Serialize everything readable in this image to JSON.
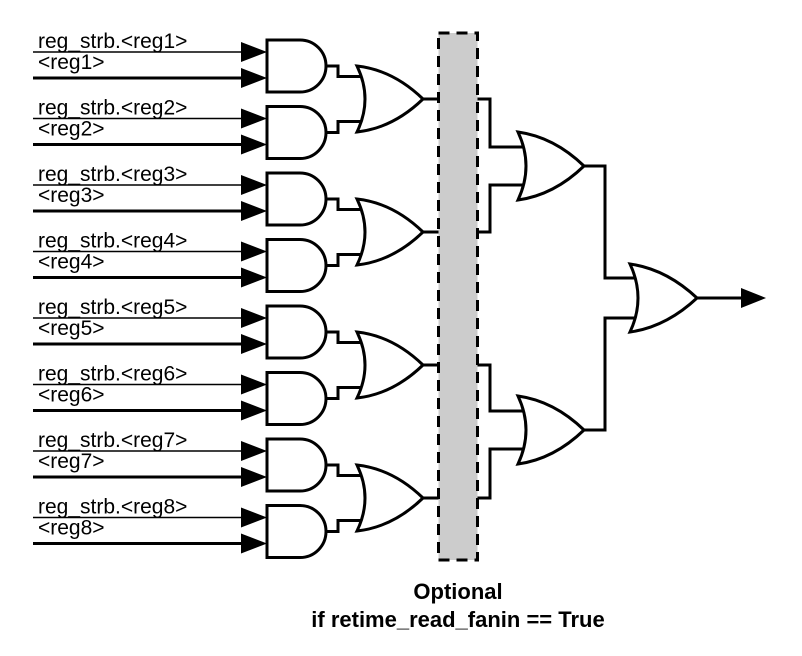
{
  "diagram": {
    "title_hint": "read fan-in gating logic",
    "inputs": [
      {
        "strobe_label": "reg_strb.<reg1>",
        "data_label": "<reg1>"
      },
      {
        "strobe_label": "reg_strb.<reg2>",
        "data_label": "<reg2>"
      },
      {
        "strobe_label": "reg_strb.<reg3>",
        "data_label": "<reg3>"
      },
      {
        "strobe_label": "reg_strb.<reg4>",
        "data_label": "<reg4>"
      },
      {
        "strobe_label": "reg_strb.<reg5>",
        "data_label": "<reg5>"
      },
      {
        "strobe_label": "reg_strb.<reg6>",
        "data_label": "<reg6>"
      },
      {
        "strobe_label": "reg_strb.<reg7>",
        "data_label": "<reg7>"
      },
      {
        "strobe_label": "reg_strb.<reg8>",
        "data_label": "<reg8>"
      }
    ],
    "gates": {
      "and_gate_count": 8,
      "or_gate_level1_count": 4,
      "or_gate_level2_count": 2,
      "or_gate_final_count": 1
    },
    "optional_region": {
      "caption_line1": "Optional",
      "caption_line2": "if retime_read_fanin == True",
      "border_style": "dashed"
    }
  },
  "colors": {
    "stroke": "#000000",
    "gate_fill": "#ffffff",
    "box_fill": "#cccccc",
    "background": "#ffffff"
  }
}
